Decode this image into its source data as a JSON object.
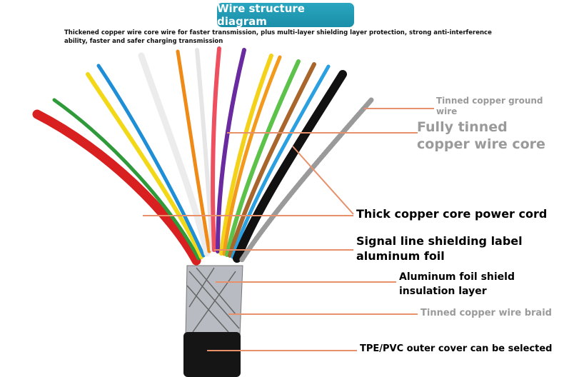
{
  "title": "Wire structure diagram",
  "description": "Thickened copper wire core wire for faster transmission, plus multi-layer shielding layer protection, strong anti-interference ability, faster and safer charging transmission",
  "labels": {
    "ground_wire": "Tinned copper ground wire",
    "tinned_core": "Fully tinned copper wire core",
    "power_cord": "Thick copper core power cord",
    "signal_shield": "Signal line shielding label aluminum foil",
    "foil_insulation": "Aluminum foil shield insulation layer",
    "braid": "Tinned copper wire braid",
    "outer_cover": "TPE/PVC outer cover can be selected"
  },
  "colors": {
    "leader": "#e8906a",
    "title_bg": "#1f98b2"
  }
}
